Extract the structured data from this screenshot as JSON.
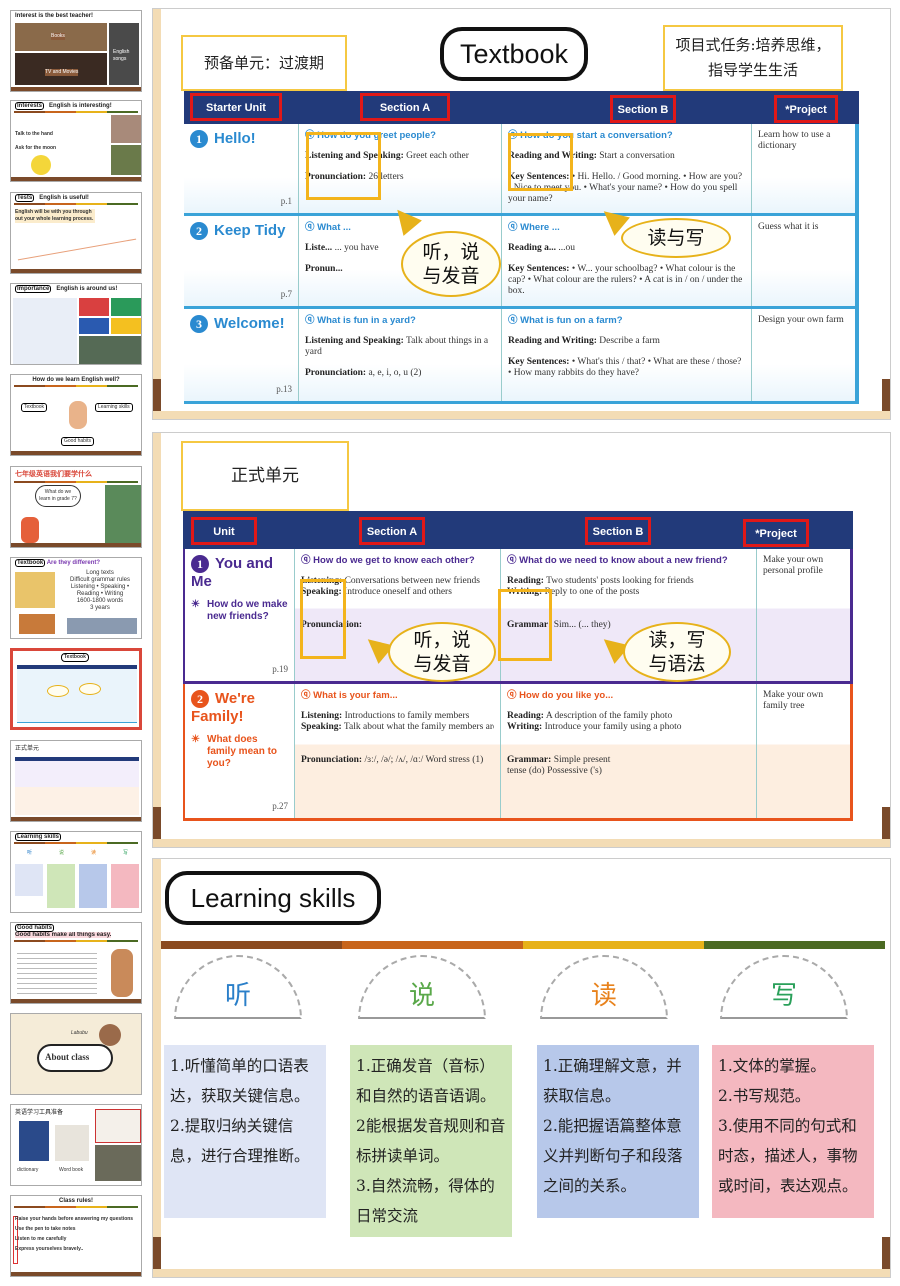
{
  "sidebar": {
    "thumbs": [
      {
        "title": "Interest is the best teacher!",
        "labels": [
          "Books",
          "English songs",
          "TV and Movies"
        ]
      },
      {
        "tag": "Interests",
        "title": "English is interesting!",
        "lines": [
          "Talk to the hand",
          "Ask for the moon"
        ]
      },
      {
        "tag": "Tests",
        "title": "English is useful!",
        "lines": [
          "English will be with you through out your whole learning process."
        ]
      },
      {
        "tag": "Importance",
        "title": "English is around us!"
      },
      {
        "title": "How do we learn English well?",
        "labels": [
          "Textbook",
          "Learning skills",
          "Good habits"
        ]
      },
      {
        "title": "七年级英语我们要学什么",
        "lines": [
          "What do we learn in grade 7?"
        ]
      },
      {
        "tag": "Textbook",
        "title": "Are they different?",
        "lines": [
          "Long texts",
          "Difficult grammar rules",
          "Listening • Speaking • Reading • Writing",
          "1600-1800 words",
          "3 years"
        ]
      },
      {
        "tag": "Textbook",
        "title": ""
      },
      {
        "title": "正式单元"
      },
      {
        "tag": "Learning skills",
        "title": "",
        "labels": [
          "听",
          "说",
          "读",
          "写"
        ]
      },
      {
        "tag": "Good habits",
        "title": "Good habits make all things easy."
      },
      {
        "title": "About class",
        "labels": [
          "Labubu"
        ]
      },
      {
        "title": "英语学习工具准备",
        "labels": [
          "dictionary",
          "Word book"
        ]
      },
      {
        "title": "Class rules!",
        "lines": [
          "Raise your hands before answering my questions",
          "Use the pen to take notes",
          "Listen to me carefully",
          "Express yourselves bravely.."
        ]
      }
    ],
    "selected_index": 7
  },
  "slide1": {
    "title": "Textbook",
    "left_note": "预备单元：过渡期",
    "right_note": "项目式任务:培养思维，指导学生生活",
    "headers": [
      "Starter Unit",
      "Section A",
      "Section B",
      "*Project"
    ],
    "rows": [
      {
        "num": "1",
        "unit": "Hello!",
        "page": "p.1",
        "a_q": "How do you greet people?",
        "a1_k": "Listening and Speaking:",
        "a1_v": "Greet each other",
        "a2_k": "Pronunciation:",
        "a2_v": "26 letters",
        "b_q": "How do you start a conversation?",
        "b1_k": "Reading and Writing:",
        "b1_v": "Start a conversation",
        "b2_k": "Key Sentences:",
        "b2_v": "• Hi.  Hello. / Good morning. • How are you? • Nice to meet you. • What's your name? • How do you spell your name?",
        "proj": "Learn how to use a dictionary"
      },
      {
        "num": "2",
        "unit": "Keep Tidy",
        "page": "p.7",
        "a_q": "What ...",
        "a1_k": "Liste...",
        "a1_v": "... you have",
        "a2_k": "Pronun...",
        "a2_v": "",
        "b_q": "Where ...",
        "b1_k": "Reading a...",
        "b1_v": "...ou",
        "b2_k": "Key Sentences:",
        "b2_v": "• W... your schoolbag? • What colour is the cap? • What colour are the rulers? • A cat is in / on / under the box.",
        "proj": "Guess what it is"
      },
      {
        "num": "3",
        "unit": "Welcome!",
        "page": "p.13",
        "a_q": "What is fun in a yard?",
        "a1_k": "Listening and Speaking:",
        "a1_v": "Talk about things in a yard",
        "a2_k": "Pronunciation:",
        "a2_v": "a, e, i, o, u (2)",
        "b_q": "What is fun on a farm?",
        "b1_k": "Reading and Writing:",
        "b1_v": "Describe a farm",
        "b2_k": "Key Sentences:",
        "b2_v": "• What's this / that? • What are these / those? • How many rabbits do they have?",
        "proj": "Design your own farm"
      }
    ],
    "bubble_a": "听，说\n与发音",
    "bubble_b": "读与写"
  },
  "slide2": {
    "note": "正式单元",
    "headers": [
      "Unit",
      "Section A",
      "Section B",
      "*Project"
    ],
    "rows": [
      {
        "num": "1",
        "unit": "You and Me",
        "sub": "How do we make new friends?",
        "page": "p.19",
        "a_q": "How do we get to know each other?",
        "a1_k": "Listening:",
        "a1_v": "Conversations between new friends",
        "a1b_k": "Speaking:",
        "a1b_v": "Introduce oneself and others",
        "a2_k": "Pronunciation:",
        "a2_v": "",
        "b_q": "What do we need to know about a new friend?",
        "b1_k": "Reading:",
        "b1_v": "Two students' posts looking for friends",
        "b1b_k": "Writing:",
        "b1b_v": "Reply to one of the posts",
        "b2_k": "Grammar:",
        "b2_v": "Sim... (... they)",
        "proj": "Make your own personal profile"
      },
      {
        "num": "2",
        "unit": "We're Family!",
        "sub": "What does family mean to you?",
        "page": "p.27",
        "a_q": "What is your fam...",
        "a1_k": "Listening:",
        "a1_v": "Introductions to family members",
        "a1b_k": "Speaking:",
        "a1b_v": "Talk about what the family members are li",
        "a2_k": "Pronunciation:",
        "a2_v": "/ɜː/, /ə/; /ʌ/, /ɑː/  Word stress (1)",
        "b_q": "How do you like yo...",
        "b1_k": "Reading:",
        "b1_v": "A description of the family photo",
        "b1b_k": "Writing:",
        "b1b_v": "Introduce your family using a photo",
        "b2_k": "Grammar:",
        "b2_v": "Simple present tense (do)  Possessive ('s)",
        "proj": "Make your own family tree"
      }
    ],
    "bubble_a": "听，说\n与发音",
    "bubble_b": "读，写\n与语法"
  },
  "slide3": {
    "title": "Learning skills",
    "skills": [
      {
        "char": "听",
        "color": "#2a7fc9",
        "bg": "#dfe5f5",
        "text": "1.听懂简单的口语表达，获取关键信息。\n2.提取归纳关键信息，进行合理推断。"
      },
      {
        "char": "说",
        "color": "#5aa84a",
        "bg": "#cfe6b8",
        "text": "1.正确发音（音标）和自然的语音语调。\n2能根据发音规则和音标拼读单词。\n3.自然流畅，得体的日常交流"
      },
      {
        "char": "读",
        "color": "#e8821c",
        "bg": "#b7c8ea",
        "text": "1.正确理解文意，并获取信息。\n2.能把握语篇整体意义并判断句子和段落之间的关系。"
      },
      {
        "char": "写",
        "color": "#2aa05a",
        "bg": "#f4b8c0",
        "text": "1.文体的掌握。\n2.书写规范。\n3.使用不同的句式和时态，描述人，事物或时间，表达观点。"
      }
    ]
  }
}
